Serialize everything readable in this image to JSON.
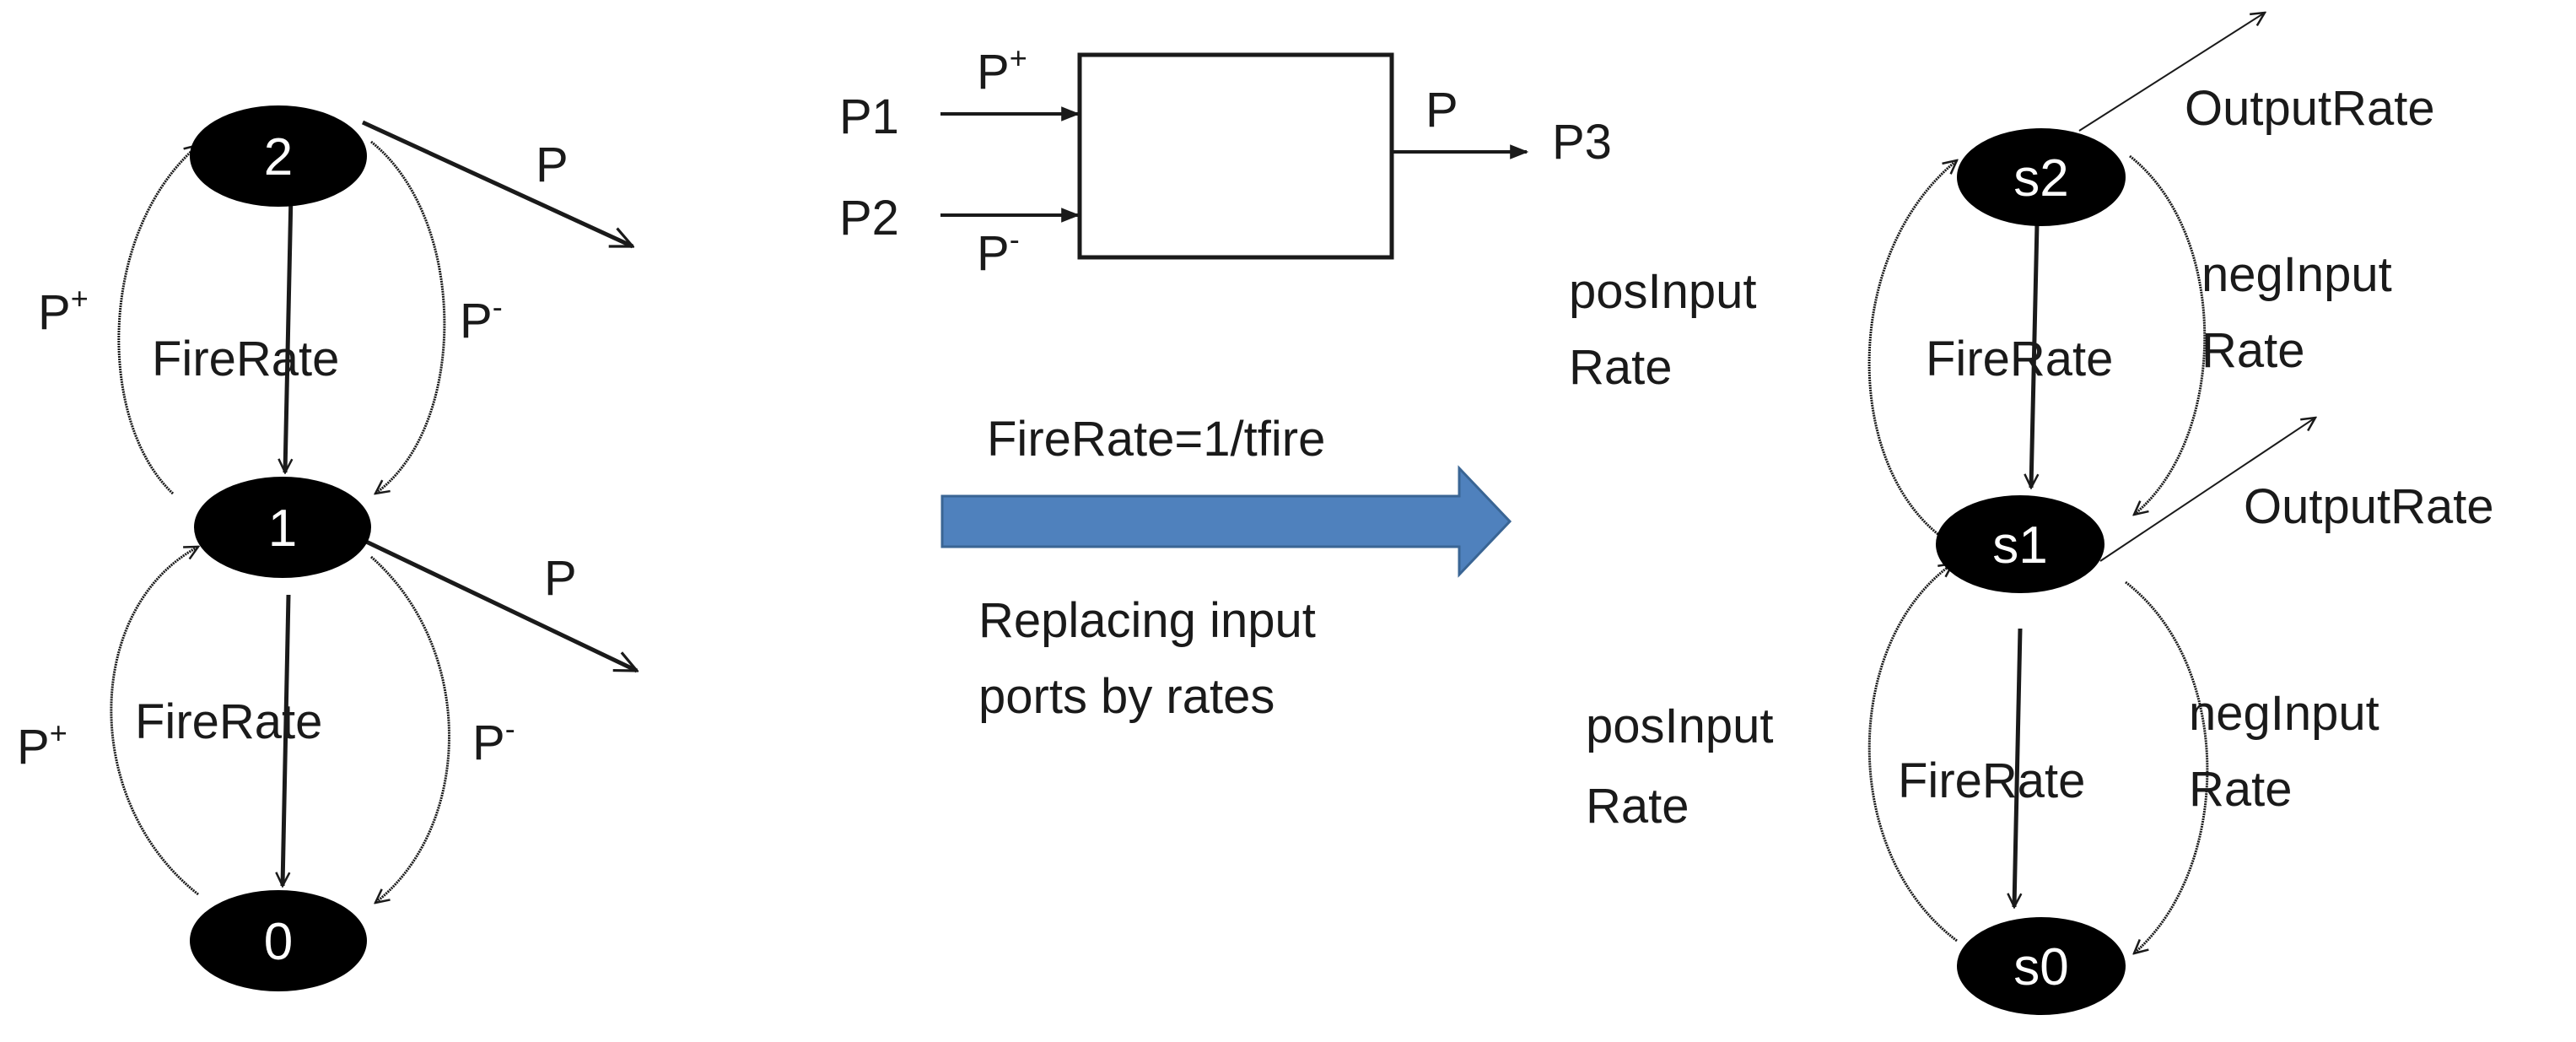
{
  "left_chain": {
    "states": [
      "2",
      "1",
      "0"
    ],
    "pos_labels": [
      {
        "base": "P",
        "sup": "+"
      },
      {
        "base": "P",
        "sup": "+"
      }
    ],
    "neg_labels": [
      {
        "base": "P",
        "sup": "-"
      },
      {
        "base": "P",
        "sup": "-"
      }
    ],
    "fire_labels": [
      "FireRate",
      "FireRate"
    ],
    "output_labels": [
      "P",
      "P"
    ]
  },
  "block": {
    "input1": "P1",
    "input2": "P2",
    "output": "P3",
    "in1_port": {
      "base": "P",
      "sup": "+"
    },
    "in2_port": {
      "base": "P",
      "sup": "-"
    },
    "out_port": "P"
  },
  "transform": {
    "formula": "FireRate=1/tfire",
    "caption_line1": "Replacing input",
    "caption_line2": "ports by rates",
    "arrow_color": "#4f81bd",
    "arrow_border": "#3a6594"
  },
  "right_chain": {
    "states": [
      "s2",
      "s1",
      "s0"
    ],
    "output_labels": [
      "OutputRate",
      "OutputRate"
    ],
    "pos_labels": [
      {
        "line1": "posInput",
        "line2": "Rate"
      },
      {
        "line1": "posInput",
        "line2": "Rate"
      }
    ],
    "neg_labels": [
      {
        "line1": "negInput",
        "line2": "Rate"
      },
      {
        "line1": "negInput",
        "line2": "Rate"
      }
    ],
    "fire_labels": [
      "FireRate",
      "FireRate"
    ]
  }
}
